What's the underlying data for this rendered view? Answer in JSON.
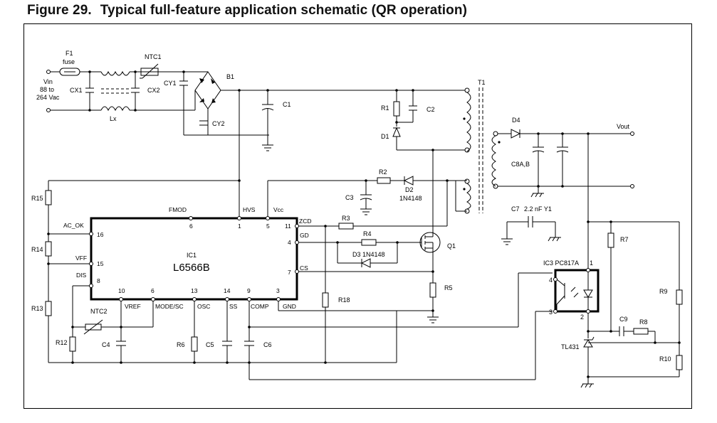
{
  "figure": {
    "number": "Figure 29.",
    "title": "Typical full-feature application schematic (QR operation)"
  },
  "ic1": {
    "ref": "IC1",
    "part": "L6566B",
    "pins": [
      {
        "num": "6",
        "name": "FMOD"
      },
      {
        "num": "1",
        "name": "HVS"
      },
      {
        "num": "5",
        "name": "Vcc"
      },
      {
        "num": "11",
        "name": "ZCD"
      },
      {
        "num": "4",
        "name": "GD"
      },
      {
        "num": "7",
        "name": "CS"
      },
      {
        "num": "16",
        "name": "AC_OK"
      },
      {
        "num": "15",
        "name": "VFF"
      },
      {
        "num": "8",
        "name": "DIS"
      },
      {
        "num": "10",
        "name": "VREF"
      },
      {
        "num": "6",
        "name": "MODE/SC"
      },
      {
        "num": "13",
        "name": "OSC"
      },
      {
        "num": "14",
        "name": "SS"
      },
      {
        "num": "9",
        "name": "COMP"
      },
      {
        "num": "3",
        "name": "GND"
      }
    ]
  },
  "labels": {
    "f1": "F1",
    "fuse": "fuse",
    "vin": "Vin",
    "vin_range": "88 to",
    "vin_range2": "264 Vac",
    "cx1": "CX1",
    "cx2": "CX2",
    "lx": "Lx",
    "ntc1": "NTC1",
    "cy1": "CY1",
    "cy2": "CY2",
    "b1": "B1",
    "c1": "C1",
    "r1": "R1",
    "c2": "C2",
    "d1": "D1",
    "t1": "T1",
    "d4": "D4",
    "vout": "Vout",
    "c8": "C8A,B",
    "r2": "R2",
    "d2": "D2",
    "d2_part": "1N4148",
    "c3": "C3",
    "r3": "R3",
    "r4": "R4",
    "d3": "D3 1N4148",
    "q1": "Q1",
    "r5": "R5",
    "r18": "R18",
    "c7": "C7",
    "c7_val": "2.2 nF Y1",
    "r15": "R15",
    "r14": "R14",
    "r13": "R13",
    "r12": "R12",
    "ntc2": "NTC2",
    "c4": "C4",
    "r6": "R6",
    "c5": "C5",
    "c6": "C6",
    "ic3": "IC3 PC817A",
    "ic3_p1": "1",
    "ic3_p2": "2",
    "ic3_p3": "3",
    "ic3_p4": "4",
    "r7": "R7",
    "c9": "C9",
    "r8": "R8",
    "r9": "R9",
    "r10": "R10",
    "tl431": "TL431"
  }
}
